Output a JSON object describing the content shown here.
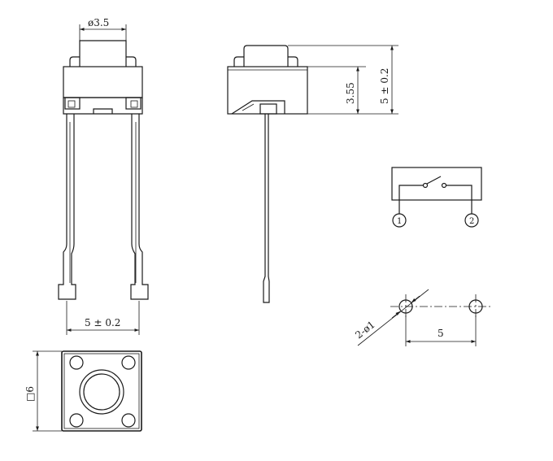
{
  "dimensions": {
    "actuator_diameter": "ø3.5",
    "lead_spacing_front": "5 ± 0.2",
    "body_height": "3.55",
    "total_height": "5 ± 0.2",
    "body_square": "□6",
    "hole_spec": "2-ø1",
    "hole_spacing": "5"
  },
  "schematic": {
    "pin1": "1",
    "pin2": "2"
  }
}
